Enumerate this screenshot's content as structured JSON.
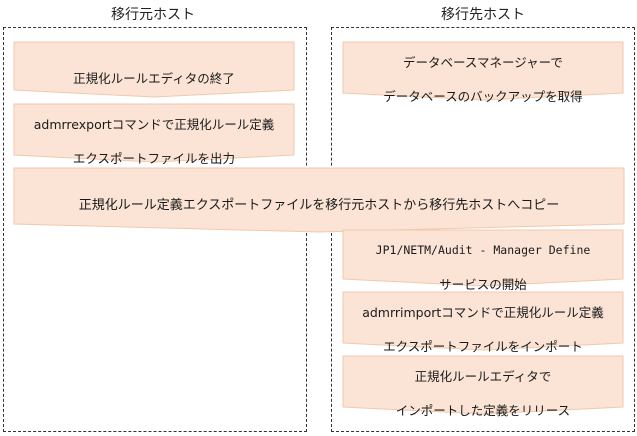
{
  "hosts": {
    "source": "移行元ホスト",
    "target": "移行先ホスト"
  },
  "steps": {
    "source_1": "正規化ルールエディタの終了",
    "source_2_line1": "admrrexportコマンドで正規化ルール定義",
    "source_2_line2": "エクスポートファイルを出力",
    "target_1_line1": "データベースマネージャーで",
    "target_1_line2": "データベースのバックアップを取得",
    "copy": "正規化ルール定義エクスポートファイルを移行元ホストから移行先ホストへコピー",
    "target_2_line1": "JP1/NETM/Audit - Manager Define",
    "target_2_line2": "サービスの開始",
    "target_3_line1": "admrrimportコマンドで正規化ルール定義",
    "target_3_line2": "エクスポートファイルをインポート",
    "target_4_line1": "正規化ルールエディタで",
    "target_4_line2": "インポートした定義をリリース"
  },
  "colors": {
    "box_fill": "#fbe4d5",
    "box_stroke": "#f0c9ad",
    "lane_border": "#333333"
  }
}
